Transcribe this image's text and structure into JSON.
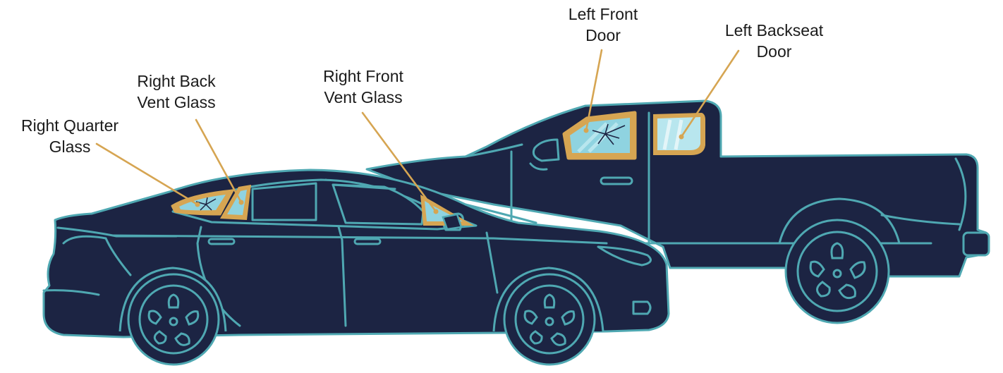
{
  "colors": {
    "body": "#1c2443",
    "outline": "#4fa8b2",
    "glass": "#8fd3e0",
    "glass_light": "#b8e6ee",
    "frame": "#d6a552",
    "leader": "#d6a552",
    "text": "#1b1b1b"
  },
  "labels": {
    "right_quarter": {
      "line1": "Right Quarter",
      "line2": "Glass"
    },
    "right_back_vent": {
      "line1": "Right Back",
      "line2": "Vent Glass"
    },
    "right_front_vent": {
      "line1": "Right Front",
      "line2": "Vent Glass"
    },
    "left_front_door": {
      "line1": "Left Front",
      "line2": "Door"
    },
    "left_backseat_door": {
      "line1": "Left Backseat",
      "line2": "Door"
    }
  },
  "icons": {
    "sedan": "sedan-car-icon",
    "truck": "pickup-truck-icon",
    "crack": "glass-crack-icon"
  }
}
